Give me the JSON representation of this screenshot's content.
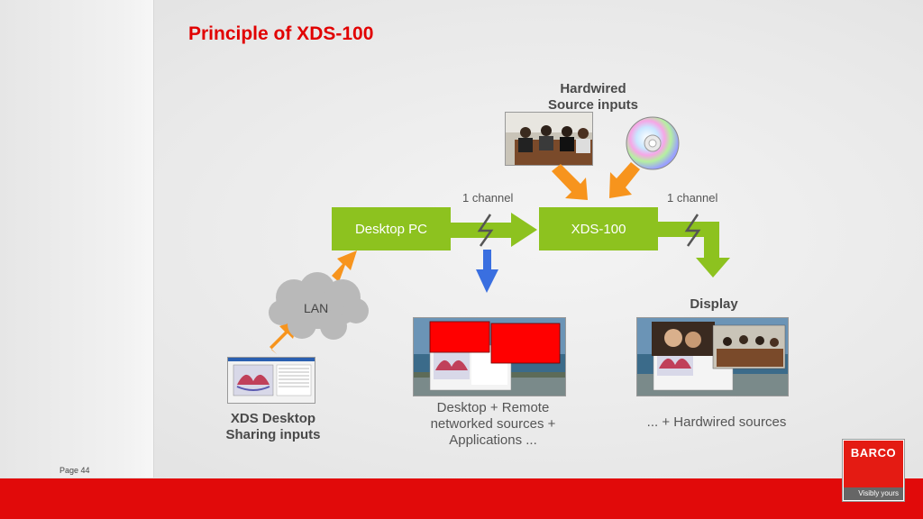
{
  "title": "Principle of XDS-100",
  "hardwired_label": [
    "Hardwired",
    "Source inputs"
  ],
  "nodes": {
    "desktop_pc": "Desktop PC",
    "xds100": "XDS-100",
    "lan": "LAN"
  },
  "channel_labels": [
    "1 channel",
    "1 channel"
  ],
  "display_label": "Display",
  "captions": {
    "xds_desktop": [
      "XDS Desktop",
      "Sharing inputs"
    ],
    "desktop_remote": [
      "Desktop + Remote",
      "networked sources +",
      "Applications ..."
    ],
    "hardwired_sources": "... + Hardwired sources"
  },
  "footer": {
    "page": "Page 44"
  },
  "logo": {
    "brand": "BARCO",
    "tagline": "Visibly yours"
  },
  "colors": {
    "title": "#e10000",
    "green_box": "#8dc21f",
    "orange_arrow": "#f7941d",
    "blue_arrow": "#3a6fe0",
    "footer_red": "#e10a0a"
  }
}
